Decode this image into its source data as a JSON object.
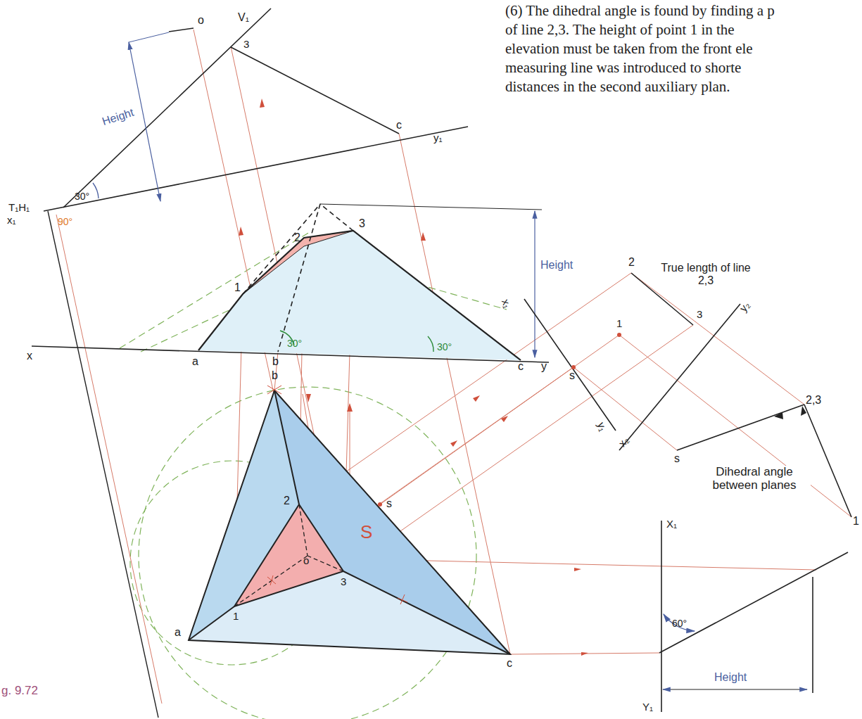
{
  "diagram": {
    "labels": [
      "(6) The dihedral angle is found by finding a p",
      "of line 2,3. The height of point 1 in the",
      "elevation must be taken from the front ele",
      "measuring line was introduced to shorte",
      "distances in the second auxiliary plan.",
      "o",
      "V₁",
      "3",
      "Height",
      "c",
      "y₁",
      "30°",
      "T₁H₁",
      "x₁",
      "90°",
      "2",
      "3",
      "1",
      "Height",
      "2",
      "True length of line 2,3",
      "x₁",
      "y₂",
      "3",
      "1",
      "30°",
      "30°",
      "x",
      "a",
      "b",
      "c",
      "y",
      "b",
      "s",
      "y₁",
      "2,3",
      "x₂",
      "s",
      "Dihedral angle between planes",
      "1",
      "2",
      "s",
      "S",
      "o",
      "3",
      "1",
      "a",
      "c",
      "X₁",
      "60°",
      "Y₁",
      "Height",
      "g. 9.72"
    ]
  }
}
